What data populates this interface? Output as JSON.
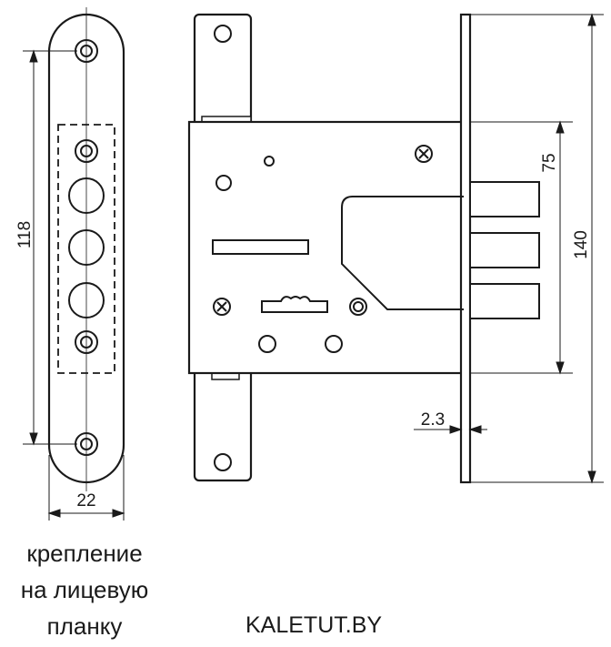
{
  "dimensions": {
    "faceplate_height": "118",
    "faceplate_width": "22",
    "bolt_spacing": "75",
    "body_height": "140",
    "plate_thickness": "2.3"
  },
  "caption": {
    "line1": "крепление",
    "line2": "на лицевую",
    "line3": "планку"
  },
  "brand": "KALETUT.BY",
  "colors": {
    "stroke": "#1a1a1a",
    "background": "#ffffff"
  }
}
